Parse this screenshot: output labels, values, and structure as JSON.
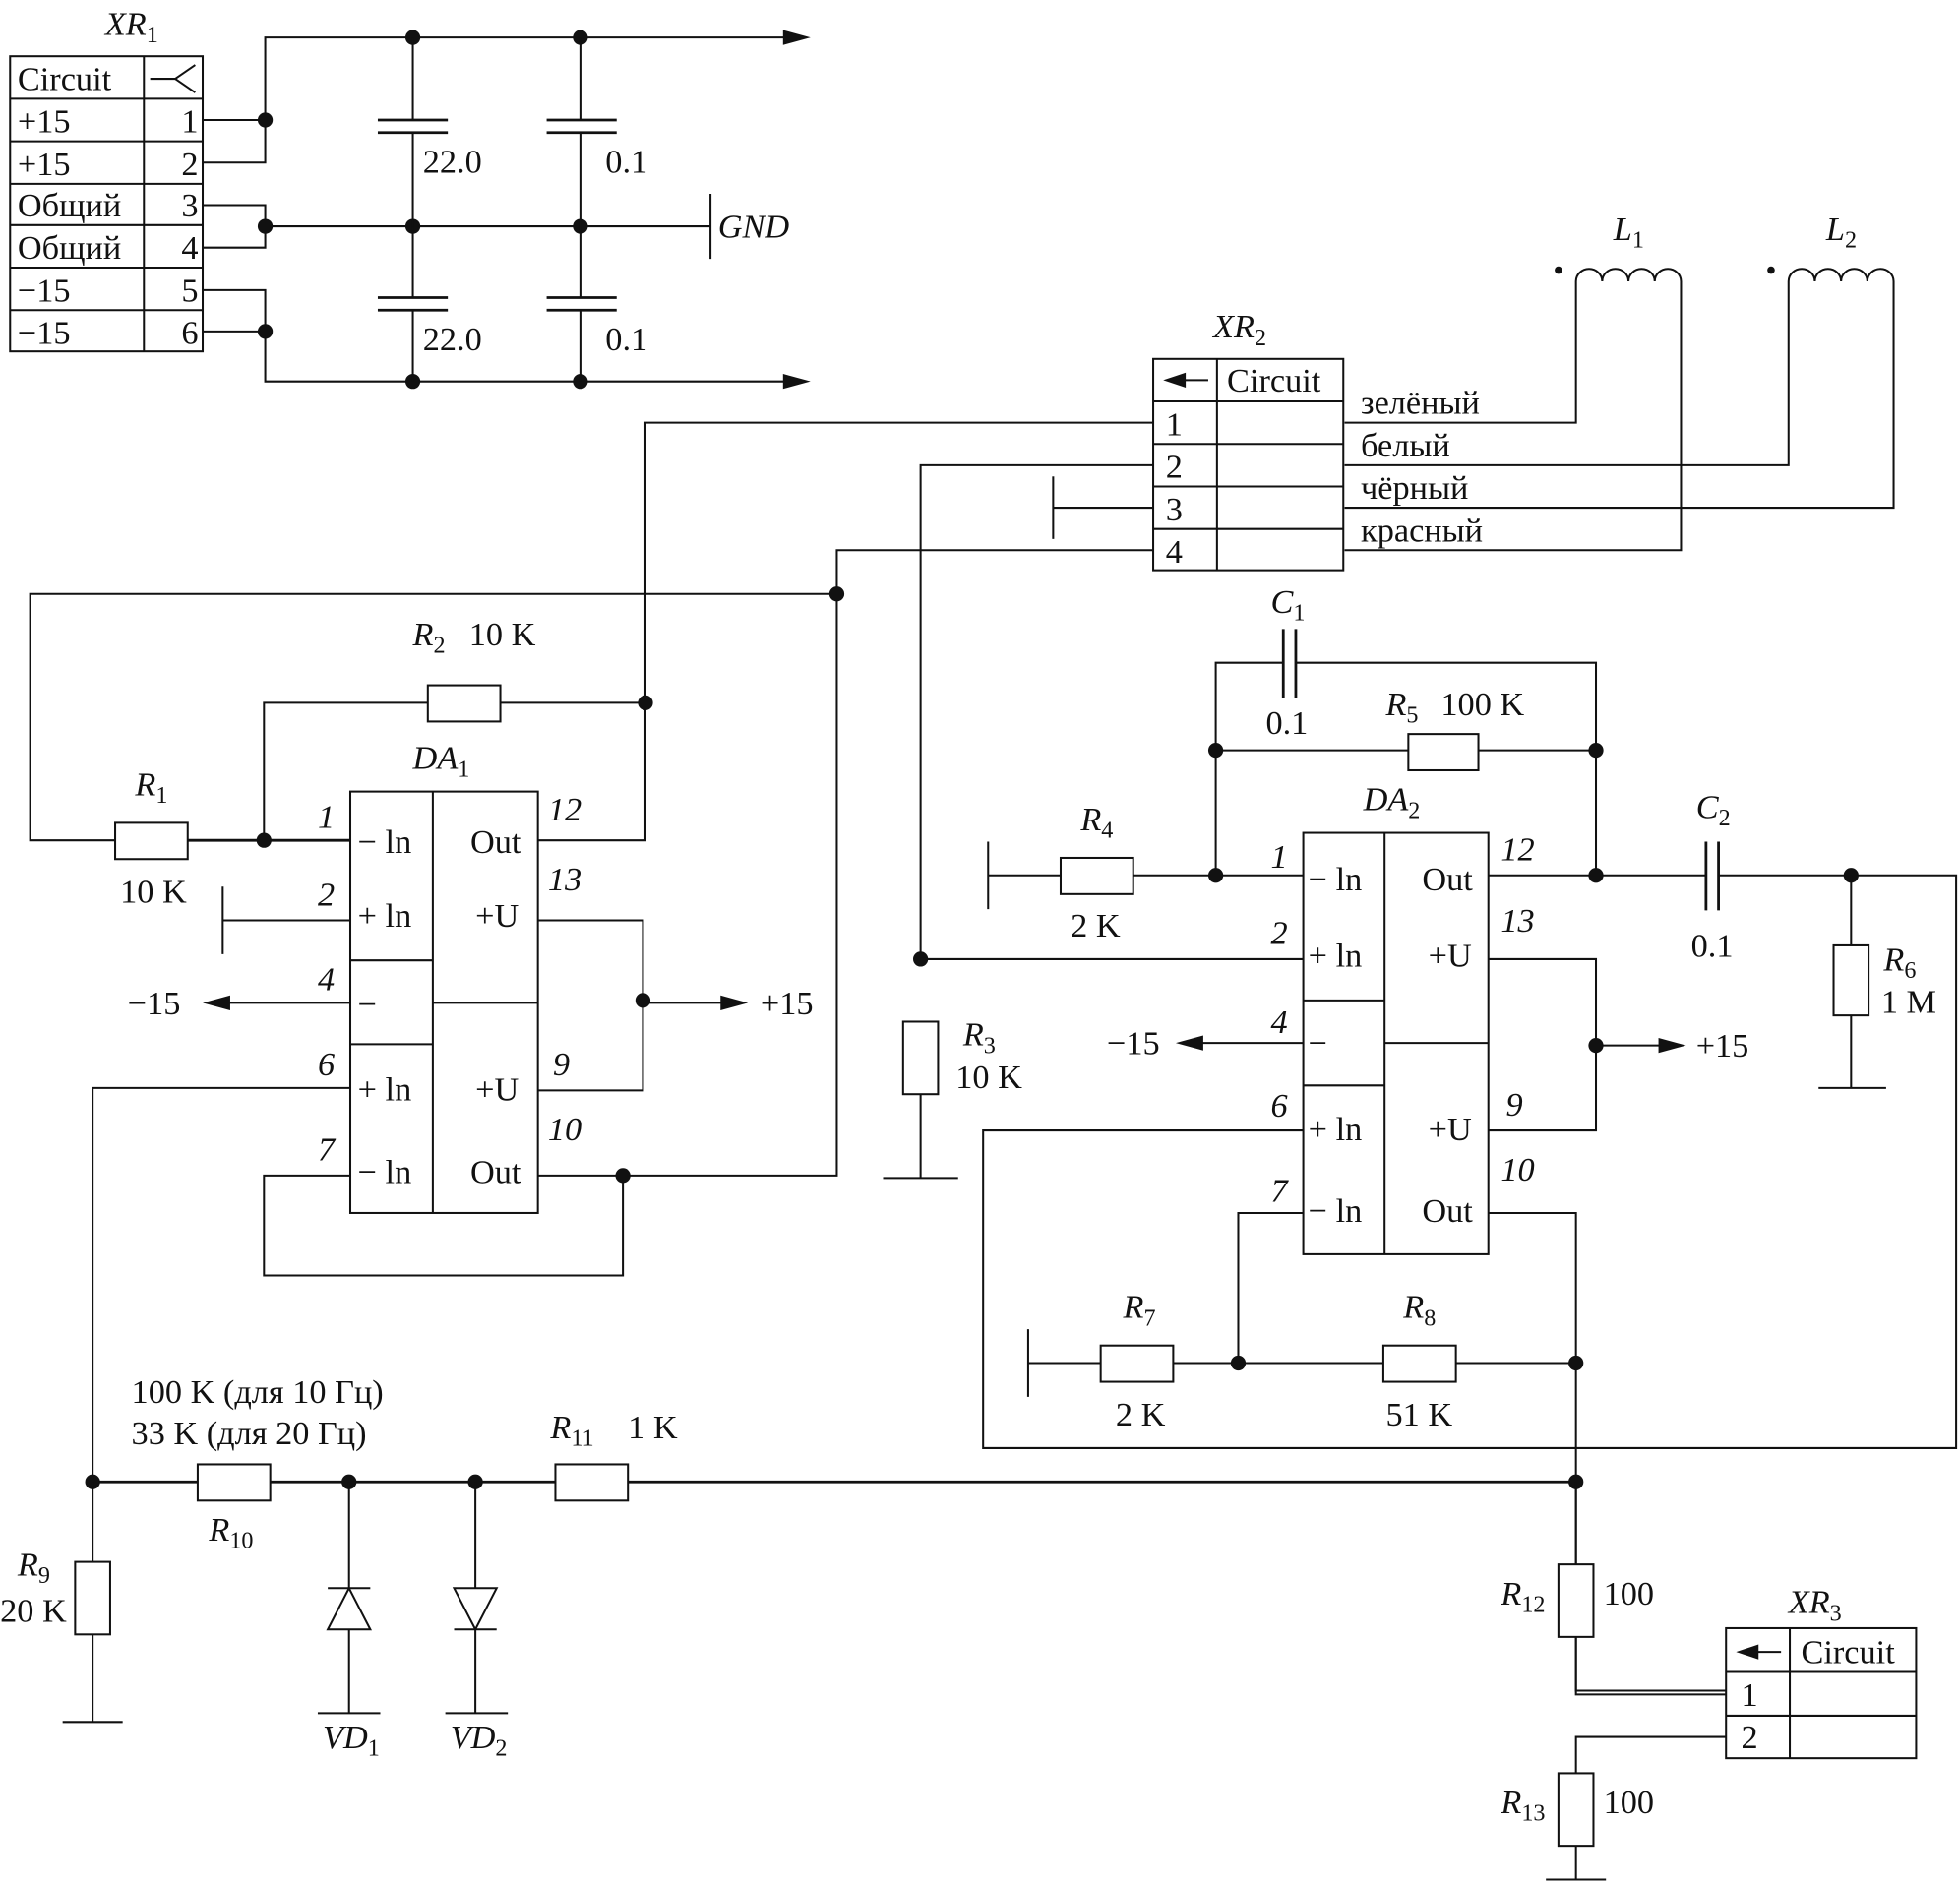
{
  "xr1": {
    "title": "XR",
    "title_sub": "1",
    "header": "Circuit",
    "rows": [
      {
        "label": "+15",
        "pin": "1"
      },
      {
        "label": "+15",
        "pin": "2"
      },
      {
        "label": "Общий",
        "pin": "3"
      },
      {
        "label": "Общий",
        "pin": "4"
      },
      {
        "label": "−15",
        "pin": "5"
      },
      {
        "label": "−15",
        "pin": "6"
      }
    ]
  },
  "power_filter": {
    "cap_big_top": "22.0",
    "cap_small_top": "0.1",
    "cap_big_bottom": "22.0",
    "cap_small_bottom": "0.1",
    "gnd_label": "GND"
  },
  "xr2": {
    "title": "XR",
    "title_sub": "2",
    "header": "Circuit",
    "pins": [
      "1",
      "2",
      "3",
      "4"
    ],
    "wire_colors": [
      "зелёный",
      "белый",
      "чёрный",
      "красный"
    ]
  },
  "coils": [
    {
      "name": "L",
      "sub": "1"
    },
    {
      "name": "L",
      "sub": "2"
    }
  ],
  "da1": {
    "name": "DA",
    "sub": "1",
    "left_pins": [
      {
        "num": "1",
        "label": "− ln"
      },
      {
        "num": "2",
        "label": "+ ln"
      },
      {
        "num": "4",
        "label": "−"
      },
      {
        "num": "6",
        "label": "+ ln"
      },
      {
        "num": "7",
        "label": "− ln"
      }
    ],
    "right_pins": [
      {
        "num": "12",
        "label": "Out"
      },
      {
        "num": "13",
        "label": "+U"
      },
      {
        "num": "9",
        "label": "+U"
      },
      {
        "num": "10",
        "label": "Out"
      }
    ],
    "neg_supply": "−15",
    "pos_supply": "+15"
  },
  "da2": {
    "name": "DA",
    "sub": "2",
    "left_pins": [
      {
        "num": "1",
        "label": "− ln"
      },
      {
        "num": "2",
        "label": "+ ln"
      },
      {
        "num": "4",
        "label": "−"
      },
      {
        "num": "6",
        "label": "+ ln"
      },
      {
        "num": "7",
        "label": "− ln"
      }
    ],
    "right_pins": [
      {
        "num": "12",
        "label": "Out"
      },
      {
        "num": "13",
        "label": "+U"
      },
      {
        "num": "9",
        "label": "+U"
      },
      {
        "num": "10",
        "label": "Out"
      }
    ],
    "neg_supply": "−15",
    "pos_supply": "+15"
  },
  "resistors": {
    "r1": {
      "name": "R",
      "sub": "1",
      "value": "10 K"
    },
    "r2": {
      "name": "R",
      "sub": "2",
      "value": "10 K"
    },
    "r3": {
      "name": "R",
      "sub": "3",
      "value": "10 K"
    },
    "r4": {
      "name": "R",
      "sub": "4",
      "value": "2 K"
    },
    "r5": {
      "name": "R",
      "sub": "5",
      "value": "100 K"
    },
    "r6": {
      "name": "R",
      "sub": "6",
      "value": "1 M"
    },
    "r7": {
      "name": "R",
      "sub": "7",
      "value": "2 K"
    },
    "r8": {
      "name": "R",
      "sub": "8",
      "value": "51 K"
    },
    "r9": {
      "name": "R",
      "sub": "9",
      "value": "20 K"
    },
    "r10": {
      "name": "R",
      "sub": "10",
      "value_line1": "100 K (для 10 Гц)",
      "value_line2": "33 K (для 20 Гц)"
    },
    "r11": {
      "name": "R",
      "sub": "11",
      "value": "1 K"
    },
    "r12": {
      "name": "R",
      "sub": "12",
      "value": "100"
    },
    "r13": {
      "name": "R",
      "sub": "13",
      "value": "100"
    }
  },
  "capacitors": {
    "c1": {
      "name": "C",
      "sub": "1",
      "value": "0.1"
    },
    "c2": {
      "name": "C",
      "sub": "2",
      "value": "0.1"
    }
  },
  "diodes": [
    {
      "name": "VD",
      "sub": "1"
    },
    {
      "name": "VD",
      "sub": "2"
    }
  ],
  "xr3": {
    "title": "XR",
    "title_sub": "3",
    "header": "Circuit",
    "pins": [
      "1",
      "2"
    ]
  }
}
